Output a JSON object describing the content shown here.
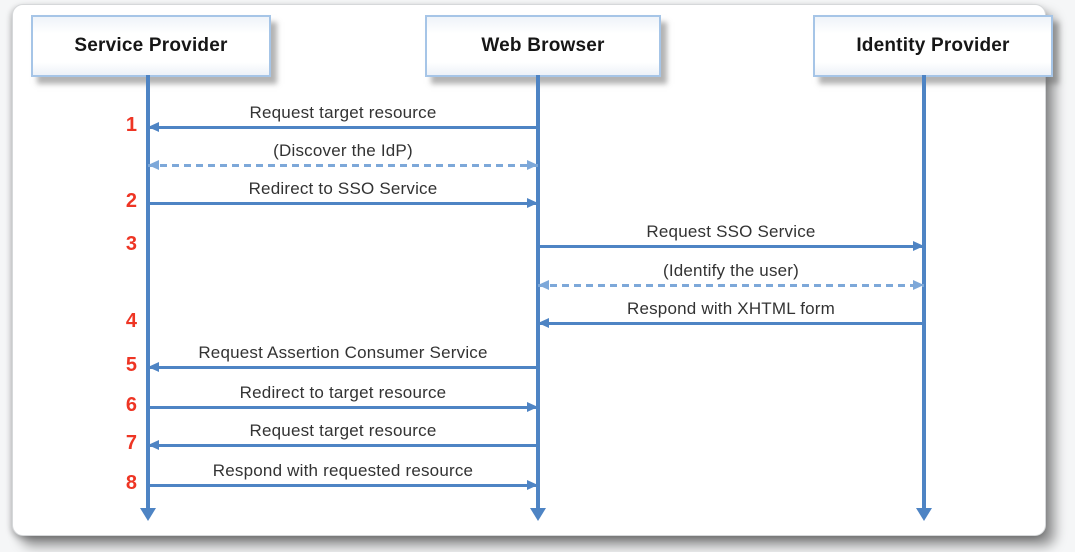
{
  "diagram": {
    "actors": [
      {
        "id": "sp",
        "label": "Service Provider"
      },
      {
        "id": "wb",
        "label": "Web Browser"
      },
      {
        "id": "idp",
        "label": "Identity Provider"
      }
    ],
    "messages": [
      {
        "step": "1",
        "label": "Request target resource",
        "from": "wb",
        "to": "sp",
        "style": "solid",
        "bidirectional": false
      },
      {
        "step": "",
        "label": "(Discover the IdP)",
        "from": "sp",
        "to": "wb",
        "style": "dashed",
        "bidirectional": true
      },
      {
        "step": "2",
        "label": "Redirect to SSO Service",
        "from": "sp",
        "to": "wb",
        "style": "solid",
        "bidirectional": false
      },
      {
        "step": "3",
        "label": "Request SSO Service",
        "from": "wb",
        "to": "idp",
        "style": "solid",
        "bidirectional": false
      },
      {
        "step": "",
        "label": "(Identify the user)",
        "from": "wb",
        "to": "idp",
        "style": "dashed",
        "bidirectional": true
      },
      {
        "step": "4",
        "label": "Respond with XHTML form",
        "from": "idp",
        "to": "wb",
        "style": "solid",
        "bidirectional": false
      },
      {
        "step": "5",
        "label": "Request Assertion Consumer Service",
        "from": "wb",
        "to": "sp",
        "style": "solid",
        "bidirectional": false
      },
      {
        "step": "6",
        "label": "Redirect to target resource",
        "from": "sp",
        "to": "wb",
        "style": "solid",
        "bidirectional": false
      },
      {
        "step": "7",
        "label": "Request target resource",
        "from": "wb",
        "to": "sp",
        "style": "solid",
        "bidirectional": false
      },
      {
        "step": "8",
        "label": "Respond with requested resource",
        "from": "sp",
        "to": "wb",
        "style": "solid",
        "bidirectional": false
      }
    ],
    "colors": {
      "line_blue": "#4e84c4",
      "dash_blue": "#7da8d9",
      "step_red": "#ee3524",
      "label_text": "#333333",
      "box_border": "#a6c5e7"
    }
  }
}
